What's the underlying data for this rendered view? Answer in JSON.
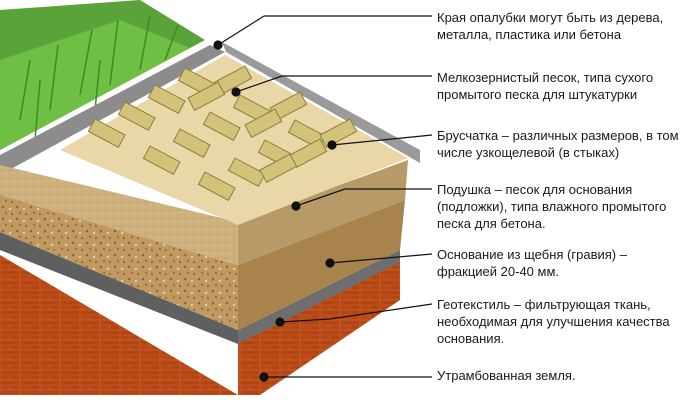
{
  "labels": [
    {
      "id": "formwork",
      "text": "Края опалубки могут быть из дерева, металла, пластика или бетона"
    },
    {
      "id": "fine-sand",
      "text": "Мелкозернистый песок, типа сухого промытого песка для штукатурки"
    },
    {
      "id": "paving",
      "text": "Брусчатка – различных размеров, в том числе узкощелевой (в стыках)"
    },
    {
      "id": "cushion",
      "text": "Подушка – песок для основания (подложки), типа влажного промытого песка для бетона."
    },
    {
      "id": "gravel",
      "text": "Основание из щебня (гравия) – фракцией 20-40 мм."
    },
    {
      "id": "geotextile",
      "text": "Геотекстиль – фильтрующая ткань, необходимая для улучшения качества основания."
    },
    {
      "id": "soil",
      "text": "Утрамбованная земля."
    }
  ]
}
